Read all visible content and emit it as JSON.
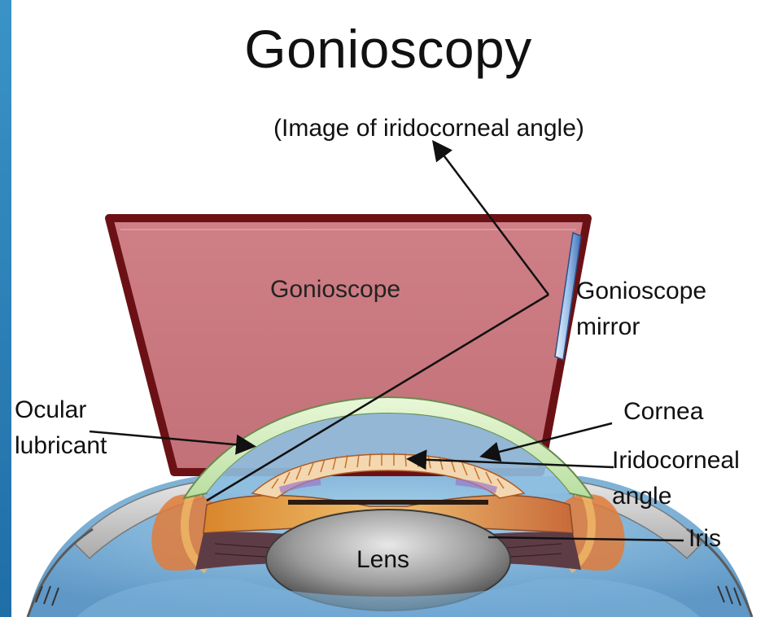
{
  "title": "Gonioscopy",
  "labels": {
    "image_of_angle": "(Image of iridocorneal angle)",
    "gonioscope": "Gonioscope",
    "mirror_line1": "Gonioscope",
    "mirror_line2": "mirror",
    "ocular_line1": "Ocular",
    "ocular_line2": "lubricant",
    "cornea": "Cornea",
    "angle_line1": "Iridocorneal",
    "angle_line2": "angle",
    "iris": "Iris",
    "lens": "Lens"
  },
  "colors": {
    "background_blue": "#2a7fb4",
    "gonioscope_fill": "#c97a80",
    "gonioscope_border": "#6b1115",
    "cornea_green": "#d9f0c4",
    "eye_blue": "#8cc0e0",
    "mirror_blue": "#5a8fd0"
  }
}
